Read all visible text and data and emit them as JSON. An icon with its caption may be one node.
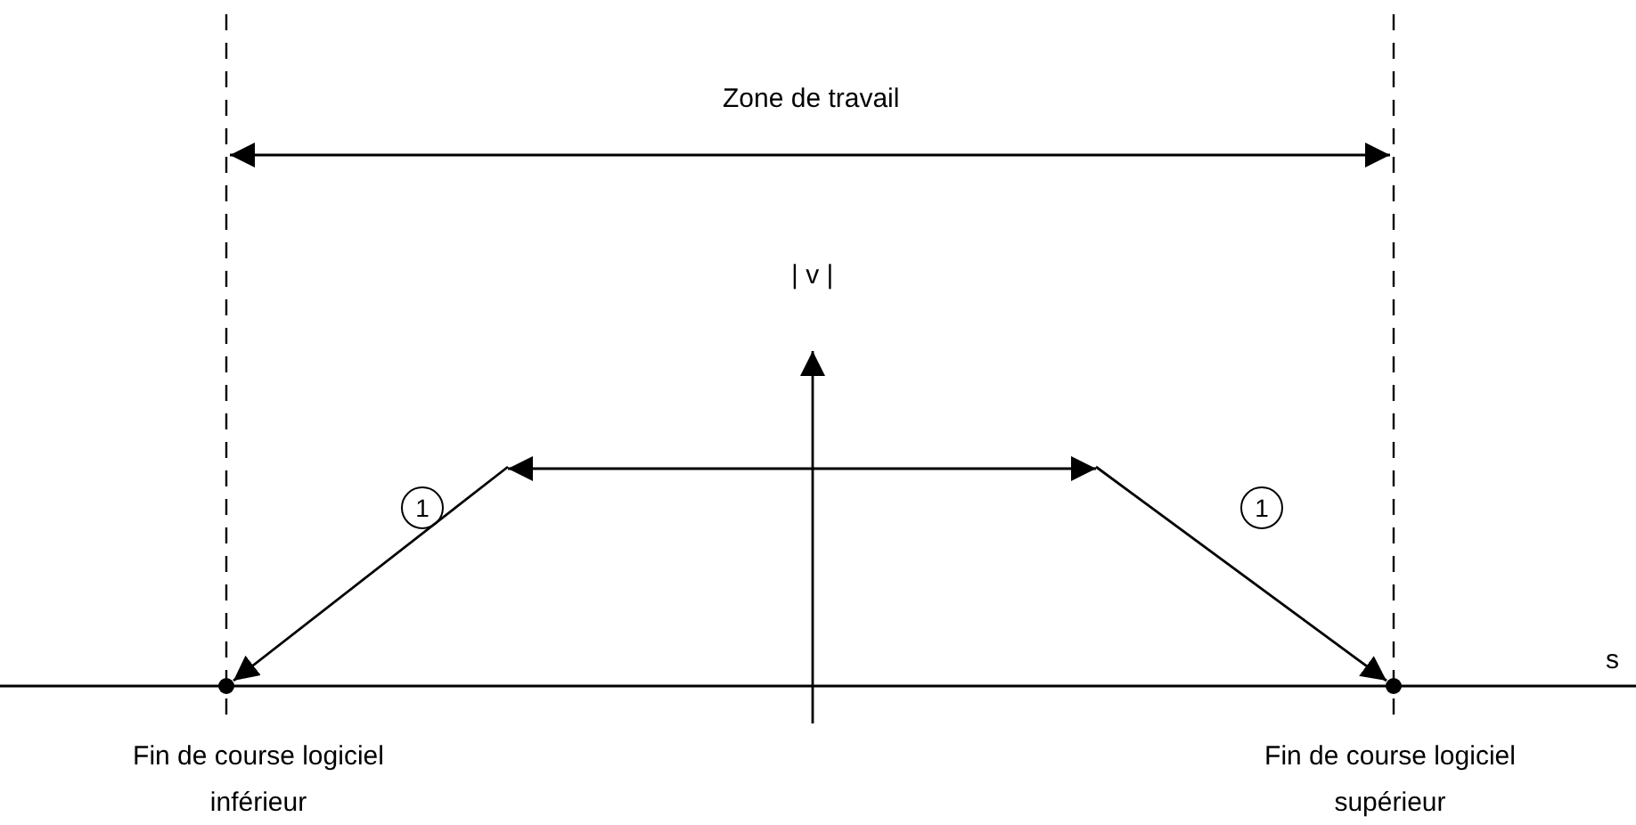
{
  "diagram": {
    "labels": [
      "Zone de travail",
      "| v |",
      "1",
      "1",
      "s",
      "Fin de course logiciel inférieur",
      "Fin de course logiciel supérieur"
    ]
  }
}
